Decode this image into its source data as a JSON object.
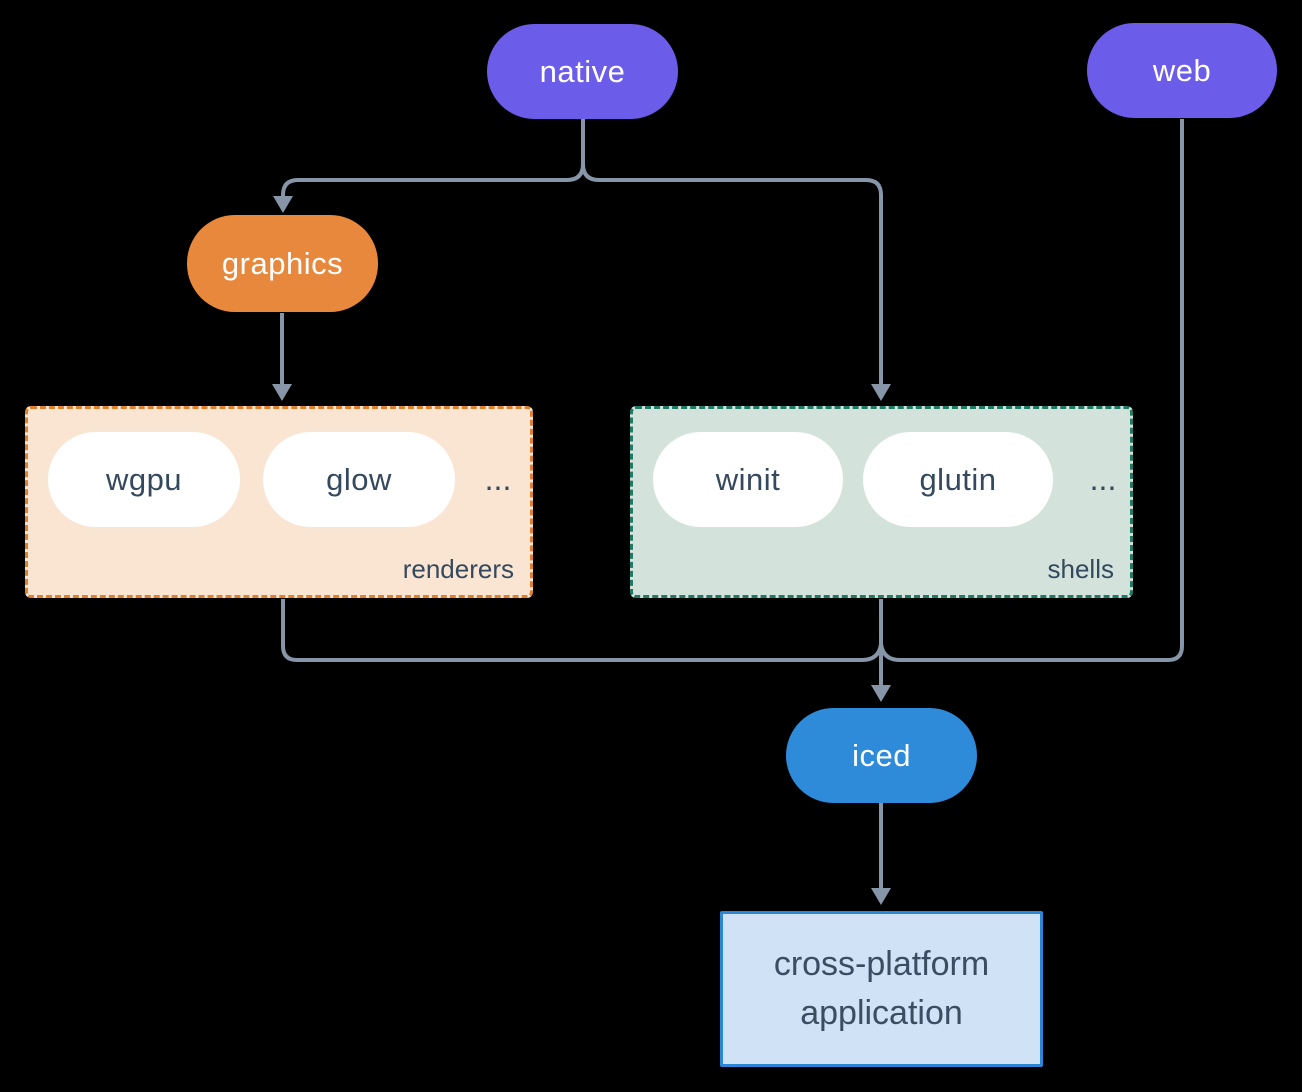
{
  "diagram": {
    "title_hint": "iced ecosystem diagram",
    "background_color": "#000000",
    "edge_color": "#8795a8",
    "nodes": {
      "native": {
        "label": "native",
        "color": "#6c5cea",
        "text_color": "#ffffff"
      },
      "web": {
        "label": "web",
        "color": "#6c5cea",
        "text_color": "#ffffff"
      },
      "graphics": {
        "label": "graphics",
        "color": "#e8883c",
        "text_color": "#ffffff"
      },
      "iced": {
        "label": "iced",
        "color": "#2d8bda",
        "text_color": "#ffffff"
      },
      "application": {
        "line1": "cross-platform",
        "line2": "application",
        "bg_color": "#cfe2f6",
        "border_color": "#2b86d8",
        "text_color": "#3a4d62"
      }
    },
    "groups": {
      "renderers": {
        "label": "renderers",
        "bg_color": "#fae5d3",
        "border_color": "#e0812f",
        "items": [
          "wgpu",
          "glow"
        ],
        "more": "...",
        "item_text_color": "#35495e"
      },
      "shells": {
        "label": "shells",
        "bg_color": "#d4e2dc",
        "border_color": "#1f7a66",
        "items": [
          "winit",
          "glutin"
        ],
        "more": "...",
        "item_text_color": "#35495e"
      }
    },
    "edges": [
      "native -> graphics",
      "native -> shells",
      "graphics -> renderers",
      "renderers -> iced",
      "shells -> iced",
      "web -> iced",
      "iced -> application"
    ]
  }
}
